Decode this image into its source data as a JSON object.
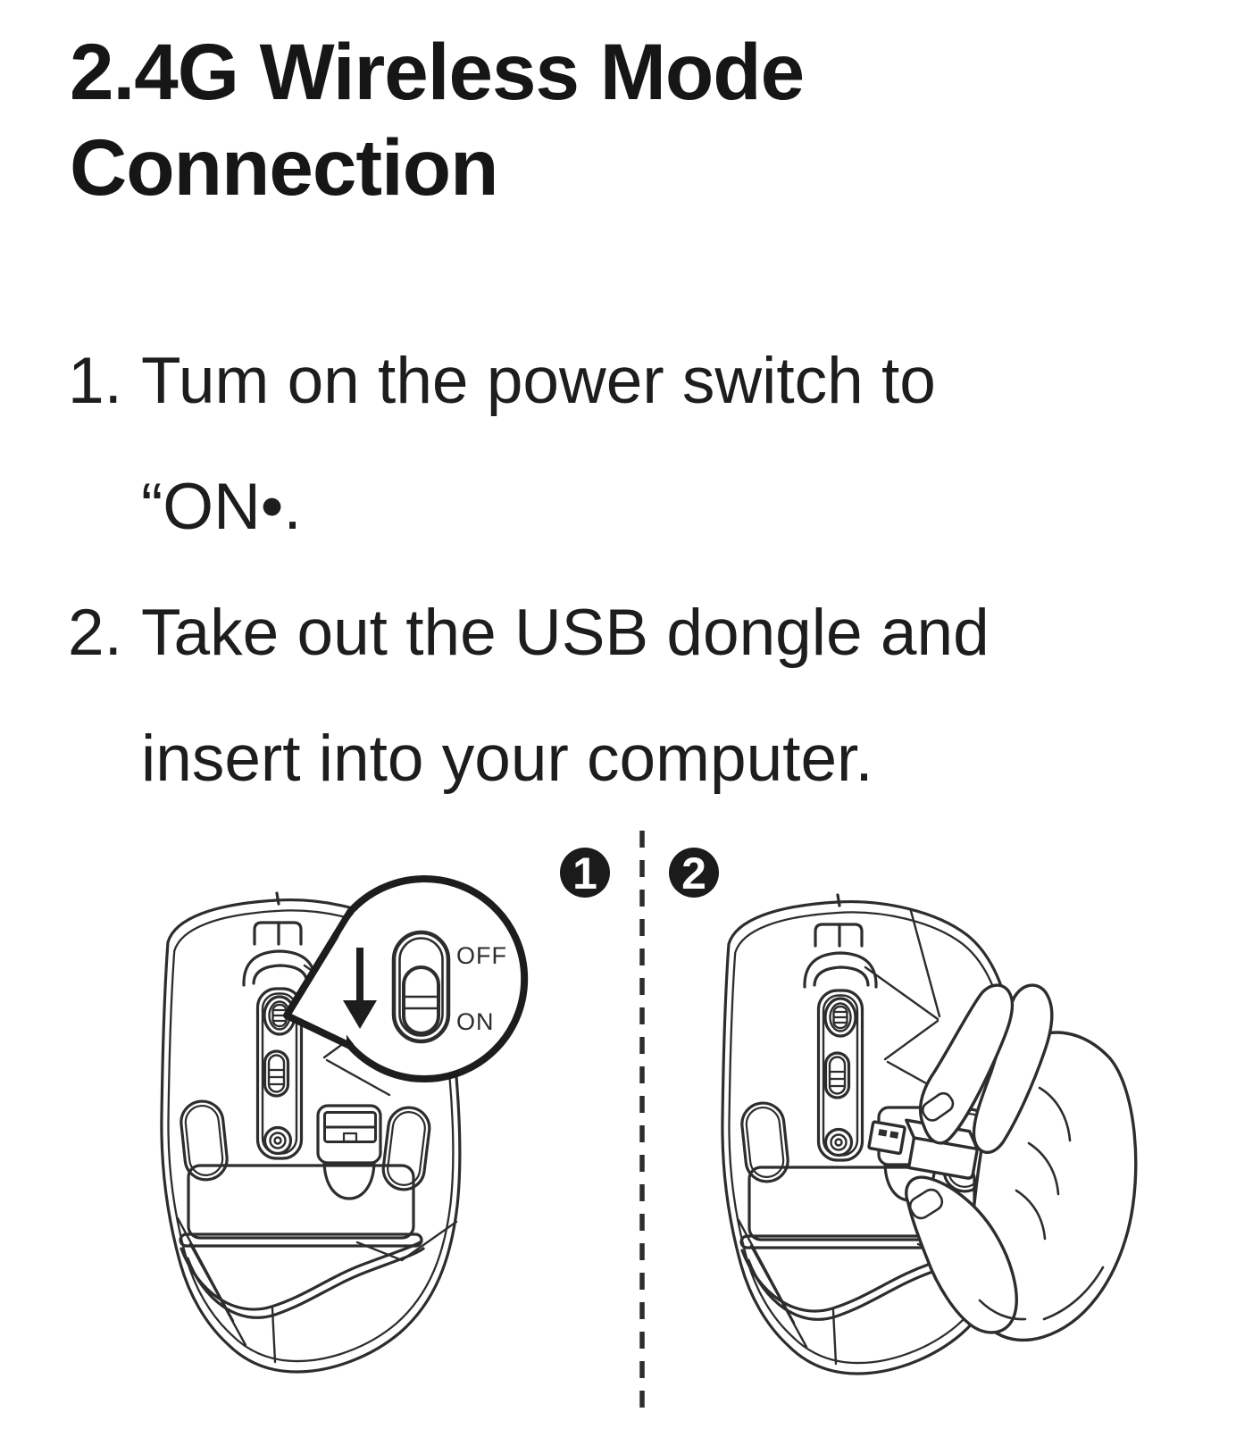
{
  "header": {
    "title": "2.4G Wireless Mode Connection"
  },
  "steps": [
    {
      "number": "1.",
      "lines": [
        "Tum on the power switch to",
        "“ON•."
      ]
    },
    {
      "number": "2.",
      "lines": [
        "Take out the USB dongle and",
        "insert into your computer."
      ]
    }
  ],
  "figure": {
    "badges": [
      "1",
      "2"
    ],
    "switch_labels": {
      "off": "OFF",
      "on": "ON"
    },
    "colors": {
      "line": "#2d2d2d",
      "badge": "#1b1b1b",
      "badge_text": "#ffffff"
    }
  }
}
